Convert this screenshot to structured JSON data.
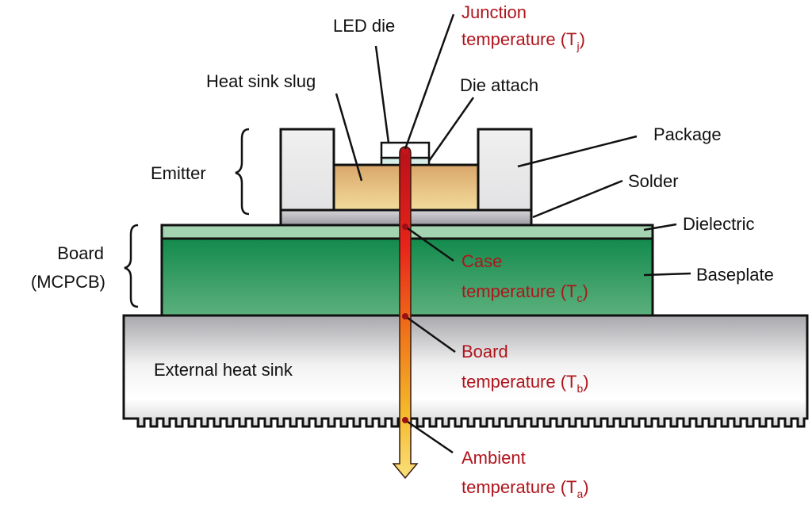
{
  "title": "LED thermal path cross-section",
  "colors": {
    "label": "#111111",
    "temperature_label": "#b0141c",
    "package": "#ebebeb",
    "slug": "#e8c88a",
    "die_attach": "#d6ebe6",
    "solder": "#b8b8bc",
    "dielectric": "#9ccda8",
    "baseplate": "#1f8f55",
    "heat_sink": "#c9c9cc",
    "rod_top": "#c0141a",
    "rod_bottom": "#f7d24a"
  },
  "groups": {
    "emitter": "Emitter",
    "board_line1": "Board",
    "board_line2": "(MCPCB)"
  },
  "components": {
    "led_die": "LED die",
    "heat_sink_slug": "Heat sink slug",
    "die_attach": "Die attach",
    "package": "Package",
    "solder": "Solder",
    "dielectric": "Dielectric",
    "baseplate": "Baseplate",
    "external_heat_sink": "External heat sink"
  },
  "temperatures": {
    "junction": {
      "line1": "Junction",
      "line2": "temperature (T",
      "sub": "j",
      "close": ")"
    },
    "case": {
      "line1": "Case",
      "line2": "temperature (T",
      "sub": "c",
      "close": ")"
    },
    "board": {
      "line1": "Board",
      "line2": "temperature (T",
      "sub": "b",
      "close": ")"
    },
    "ambient": {
      "line1": "Ambient",
      "line2": "temperature (T",
      "sub": "a",
      "close": ")"
    }
  }
}
